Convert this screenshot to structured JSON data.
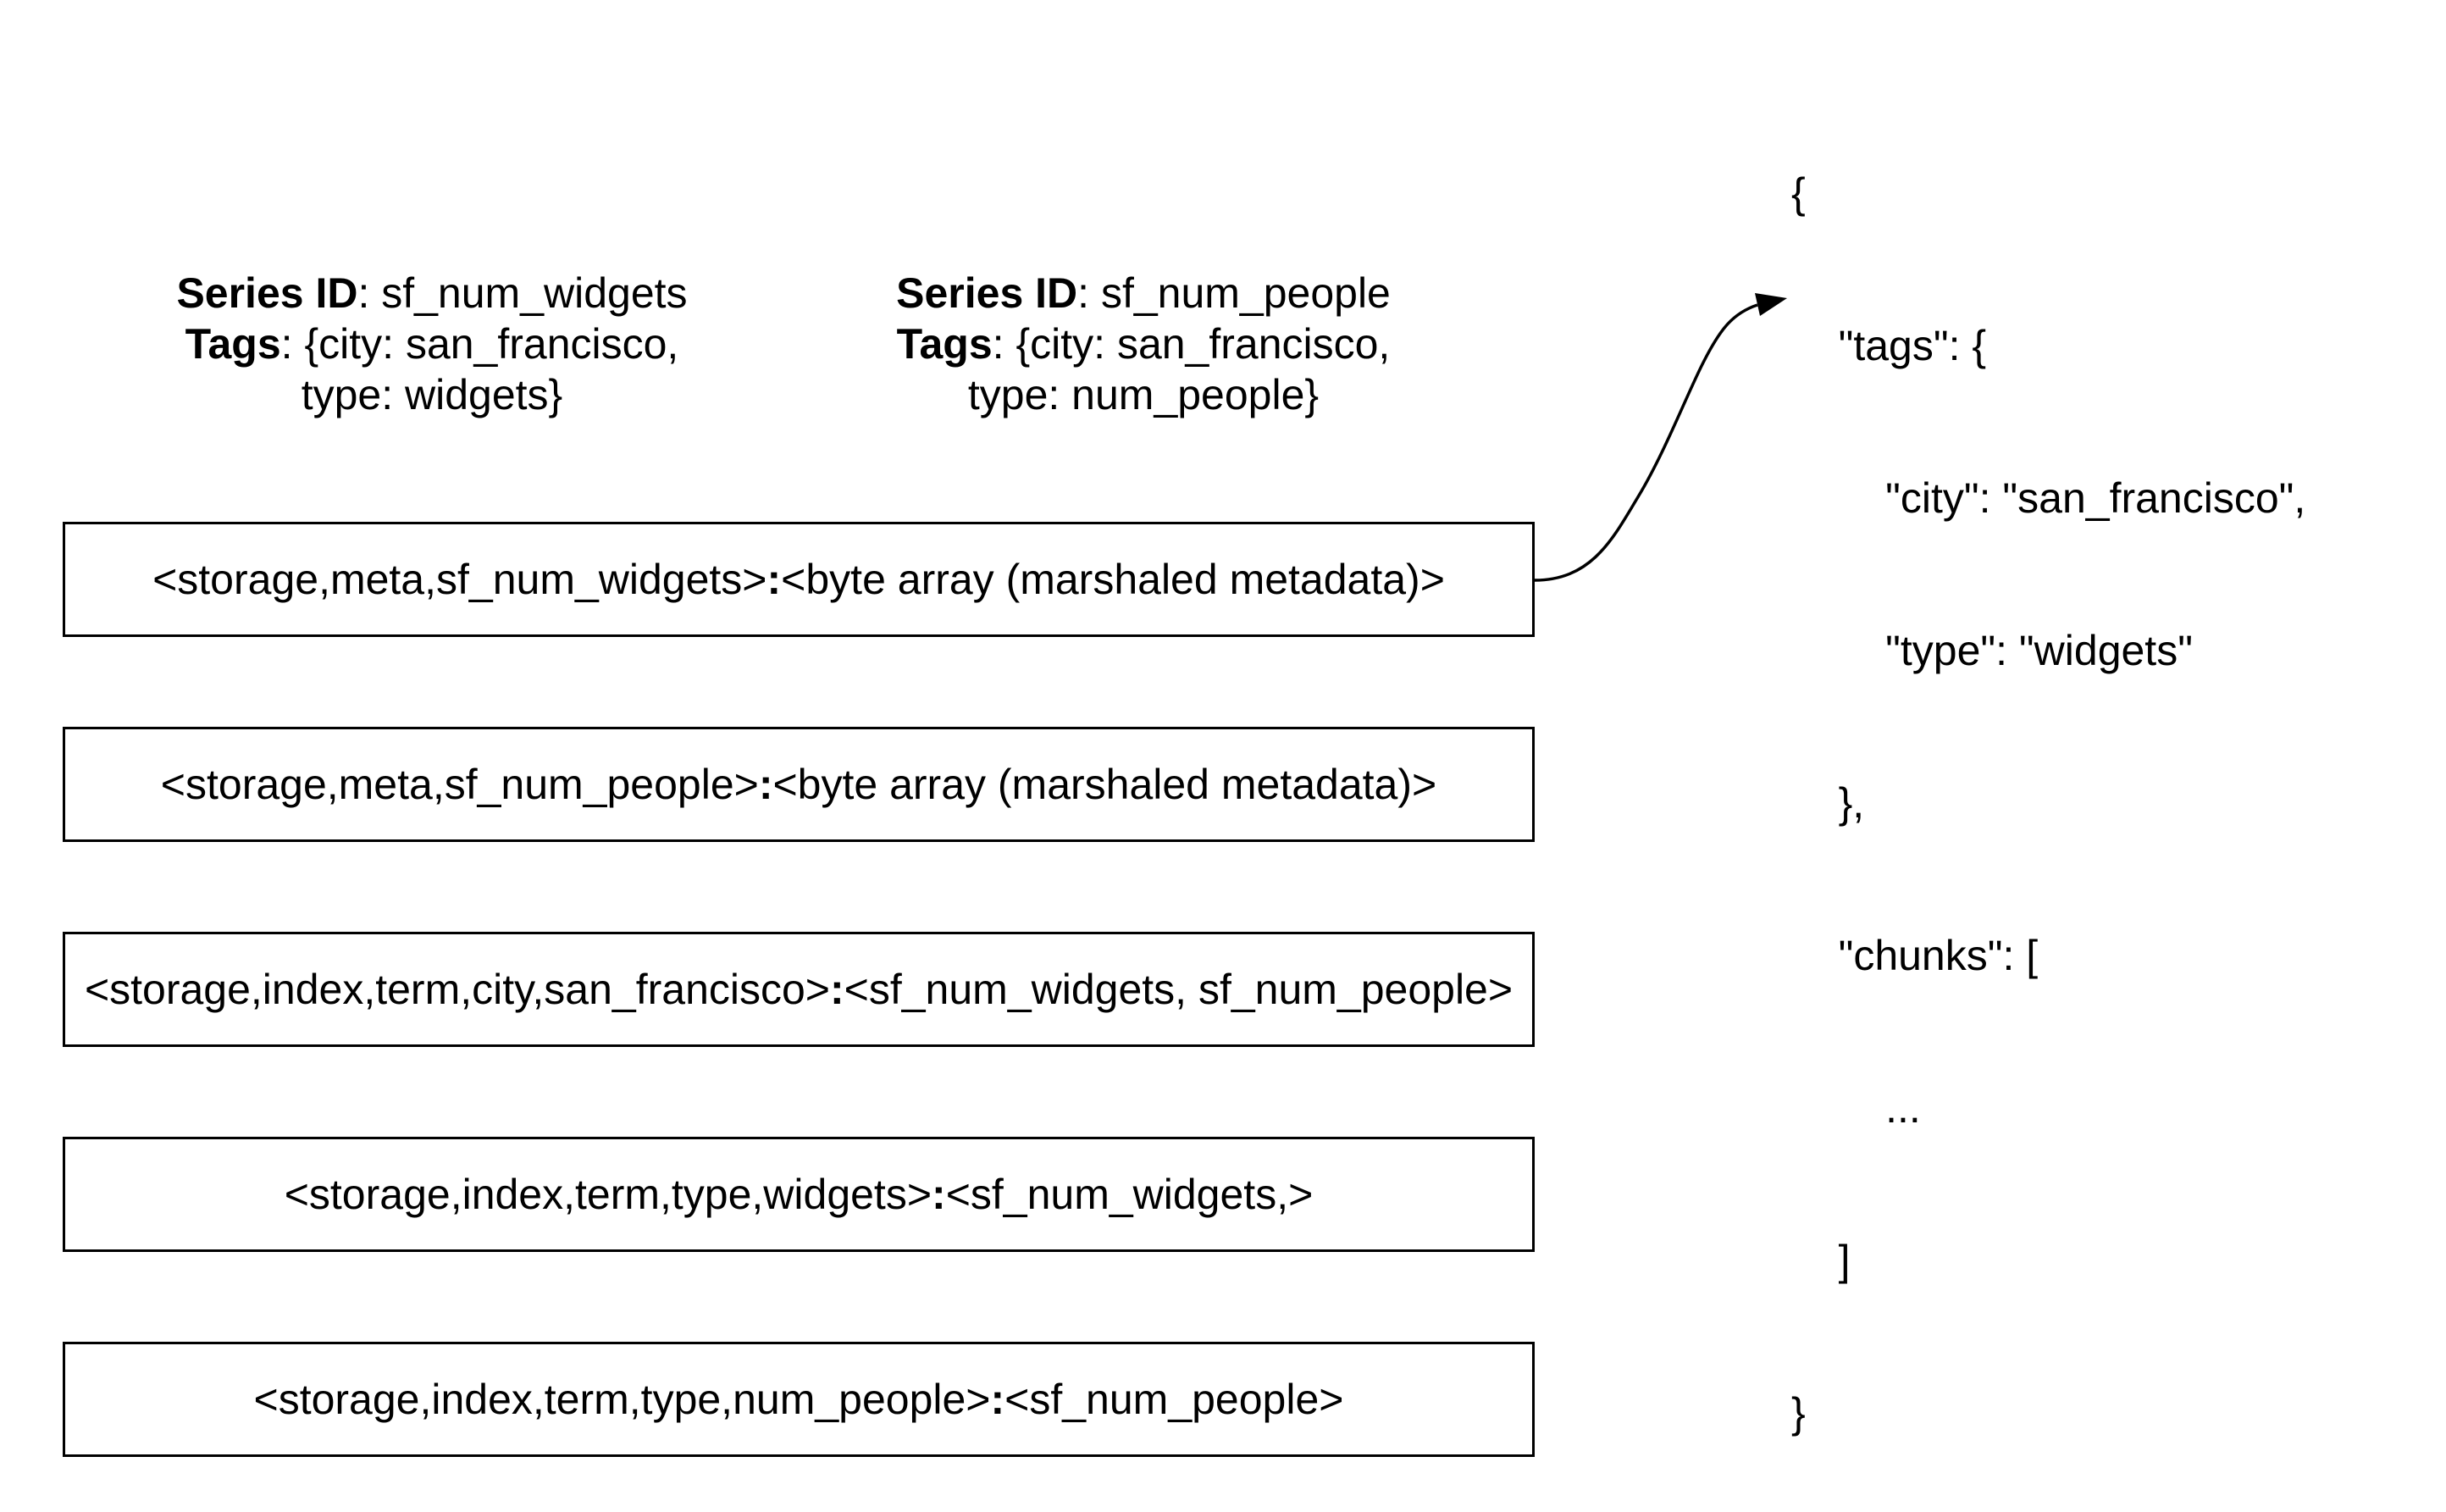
{
  "series": [
    {
      "id_label": "Series ID",
      "id_value": ": sf_num_widgets",
      "tags_label": "Tags",
      "tags_value": ": {city: san_francisco,",
      "tags_cont": "type: widgets}"
    },
    {
      "id_label": "Series ID",
      "id_value": ": sf_num_people",
      "tags_label": "Tags",
      "tags_value": ": {city: san_francisco,",
      "tags_cont": "type: num_people}"
    }
  ],
  "rows": [
    {
      "key": "<storage,meta,sf_num_widgets>",
      "sep": ":",
      "value": "<byte array (marshaled metadata)>"
    },
    {
      "key": "<storage,meta,sf_num_people>",
      "sep": ":",
      "value": "<byte array (marshaled metadata)>"
    },
    {
      "key": "<storage,index,term,city,san_francisco>",
      "sep": ":",
      "value": "<sf_num_widgets, sf_num_people>"
    },
    {
      "key": "<storage,index,term,type,widgets>",
      "sep": ":",
      "value": "<sf_num_widgets,>"
    },
    {
      "key": "<storage,index,term,type,num_people>",
      "sep": ":",
      "value": "<sf_num_people>"
    }
  ],
  "json_lines": [
    "{",
    "    \"tags\": {",
    "        \"city\": \"san_francisco\",",
    "        \"type\": \"widgets\"",
    "    },",
    "    \"chunks\": [",
    "        ...",
    "    ]",
    "}"
  ]
}
